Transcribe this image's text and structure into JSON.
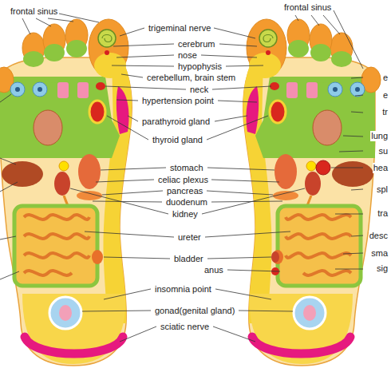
{
  "diagram": {
    "labels": [
      "frontal sinus",
      "frontal sinus",
      "trigeminal nerve",
      "cerebrum",
      "nose",
      "hypophysis",
      "cerebellum, brain stem",
      "neck",
      "hypertension point",
      "parathyroid gland",
      "thyroid gland",
      "stomach",
      "celiac plexus",
      "pancreas",
      "duodenum",
      "kidney",
      "ureter",
      "bladder",
      "anus",
      "insomnia point",
      "gonad(genital gland)",
      "sciatic nerve",
      "e",
      "e",
      "tr",
      "lung",
      "su",
      "hea",
      "spl",
      "tra",
      "desc",
      "sma",
      "sig"
    ]
  }
}
